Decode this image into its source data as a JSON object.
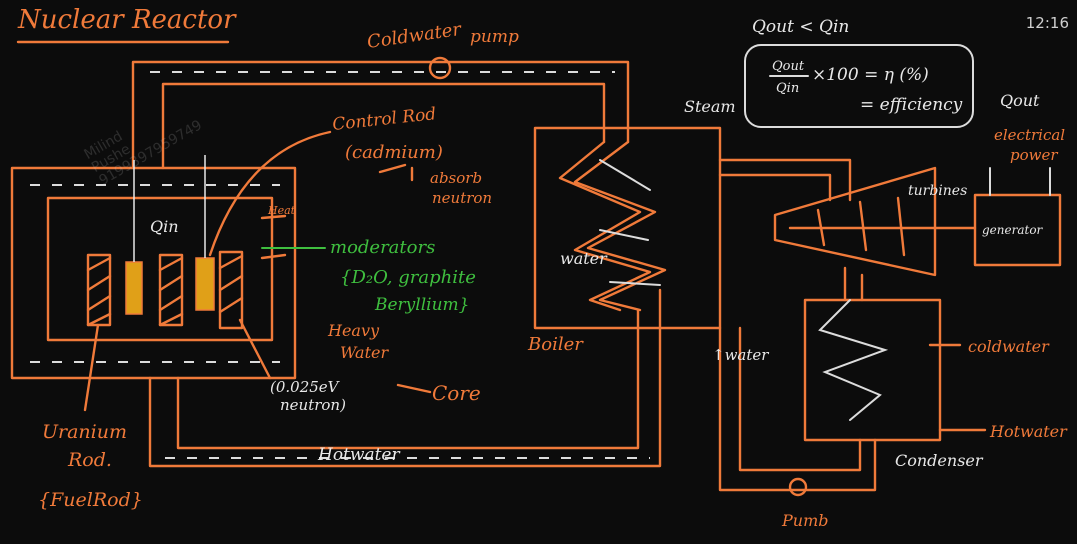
{
  "clock": "12:16",
  "watermark": "Milind\nPushe\n9199397959749",
  "title": "Nuclear Reactor",
  "labels": {
    "cold_water_top": "Coldwater",
    "pump_top": "pump",
    "control_rod": "Control Rod",
    "cadmium": "(cadmium)",
    "absorb": "absorb",
    "neutron_absorb": "neutron",
    "q_in": "Qin",
    "heat": "Heat",
    "moderators": "moderators",
    "moderator_list_1": "{D₂O, graphite",
    "moderator_list_2": "Beryllium}",
    "heavy": "Heavy",
    "water_heavy": "Water",
    "neutron_energy": "(0.025eV",
    "neutron_slow": "neutron)",
    "core": "Core",
    "uranium": "Uranium",
    "rod": "Rod.",
    "fuel_rod": "{FuelRod}",
    "hot_water": "Hotwater",
    "steam": "Steam",
    "water_boiler": "water",
    "boiler": "Boiler",
    "water_up": "↑water",
    "turbines": "turbines",
    "generator": "generator",
    "q_out": "Qout",
    "electrical": "electrical",
    "power": "power",
    "cold_water_right": "coldwater",
    "hot_water_right": "Hotwater",
    "condenser": "Condenser",
    "pump_bottom": "Pumb"
  },
  "equations": {
    "compare": "Qout < Qin",
    "ratio_num": "Qout",
    "ratio_den": "Qin",
    "ratio_rest": "×100 = η (%)",
    "efficiency": "= efficiency"
  }
}
